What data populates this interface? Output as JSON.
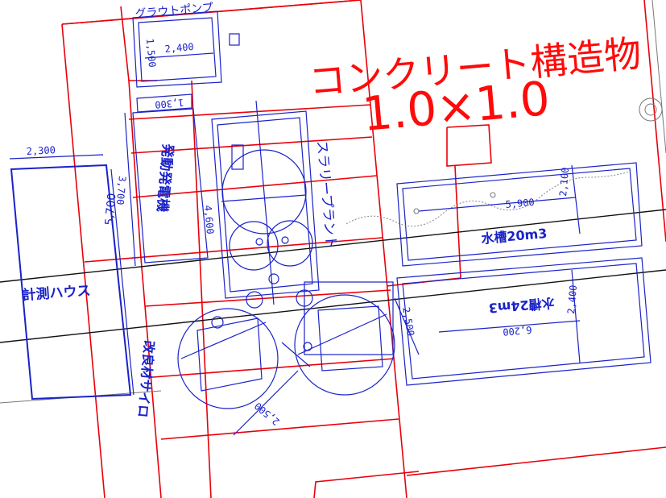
{
  "title": {
    "line1": "コンクリート構造物",
    "line2": "1.0×1.0"
  },
  "labels": {
    "grout_pump": "グラウトポンプ",
    "generator": "発動発電機",
    "slurry_plant": "スラリープラント",
    "water_tank_20": "水槽20m3",
    "water_tank_24": "水槽24m3",
    "measurement_house": "計測ハウス",
    "silo": "改良材サイロ"
  },
  "dimensions": {
    "grout_w": "2,400",
    "grout_h": "1,500",
    "gen_w": "1,300",
    "gen_h": "3,700",
    "house_w": "2,300",
    "house_h": "5,700",
    "plant_h": "4,600",
    "tank20_w": "5,900",
    "tank20_h": "2,100",
    "tank24_w": "6,200",
    "tank24_h": "2,400",
    "silo_d1": "2,500",
    "silo_d2": "2,500"
  },
  "colors": {
    "red": "#e8000a",
    "blue": "#1a22c8",
    "black": "#111111",
    "title_red": "#ff0a0a"
  }
}
